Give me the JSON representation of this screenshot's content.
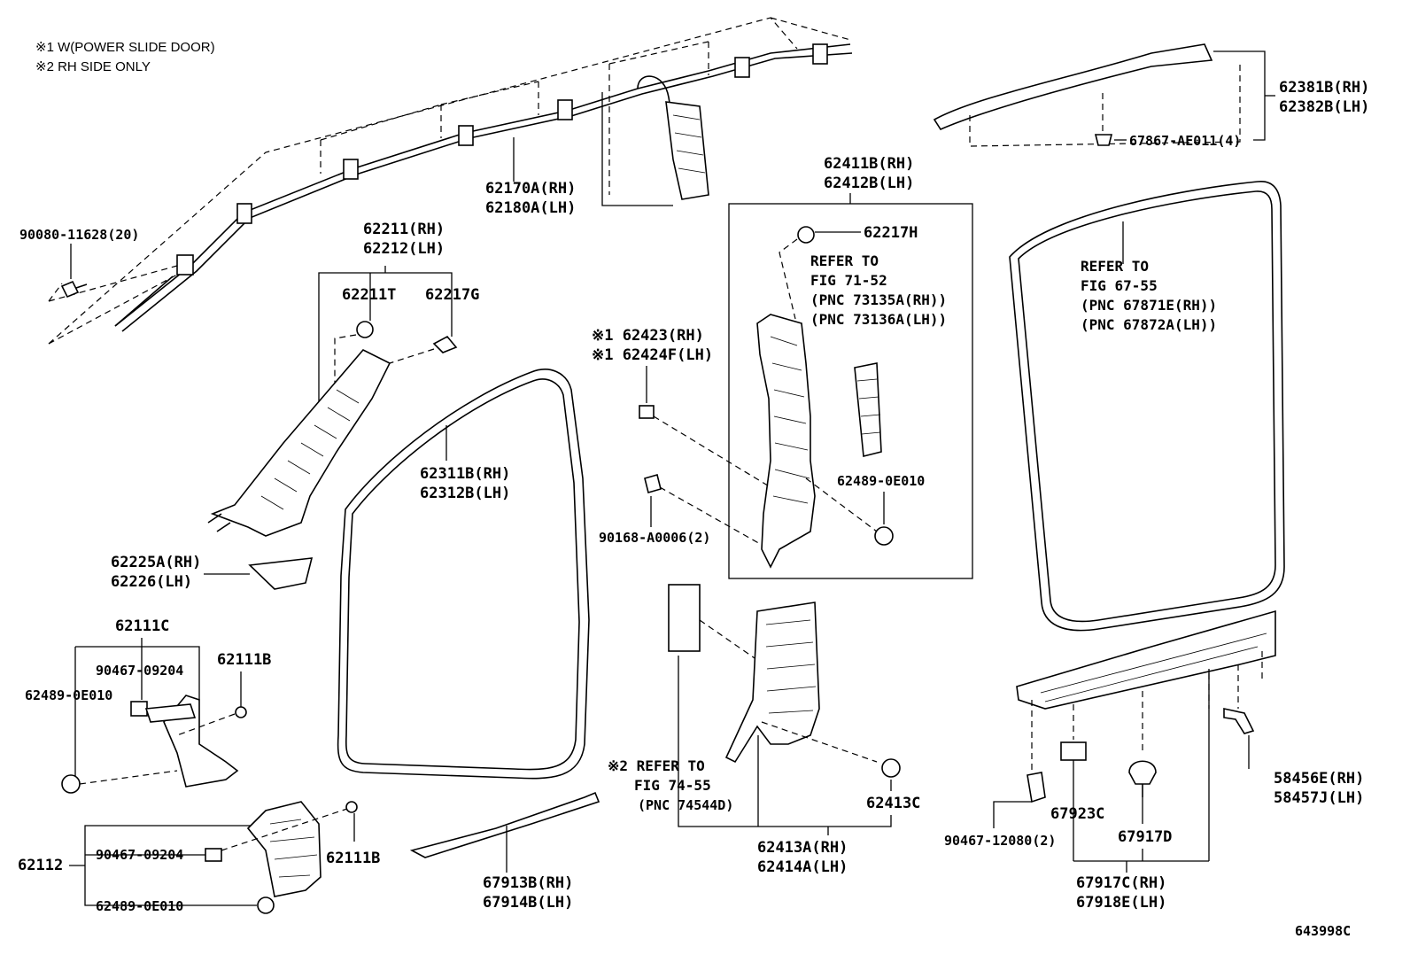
{
  "notes": {
    "n1": "※1 W(POWER SLIDE DOOR)",
    "n2": "※2 RH SIDE ONLY"
  },
  "labels": {
    "p62381": "62381B(RH)",
    "p62382": "62382B(LH)",
    "p67867": "67867-AE011(4)",
    "p62170": "62170A(RH)",
    "p62180": "62180A(LH)",
    "p90080": "90080-11628(20)",
    "p62411": "62411B(RH)",
    "p62412": "62412B(LH)",
    "p62217h": "62217H",
    "p62211": "62211(RH)",
    "p62212": "62212(LH)",
    "p62211t": "62211T",
    "p62217g": "62217G",
    "p62423": "※1 62423(RH)",
    "p62424": "※1 62424F(LH)",
    "p62311": "62311B(RH)",
    "p62312": "62312B(LH)",
    "p62489_mid": "62489-0E010",
    "p90168": "90168-A0006(2)",
    "p62225": "62225A(RH)",
    "p62226": "62226(LH)",
    "p62111c": "62111C",
    "p62111b_top": "62111B",
    "p90467_a": "90467-09204",
    "p62489_a": "62489-0E010",
    "p62112": "62112",
    "p90467_b": "90467-09204",
    "p62489_b": "62489-0E010",
    "p62111b_bot": "62111B",
    "p67913": "67913B(RH)",
    "p67914": "67914B(LH)",
    "p62413c": "62413C",
    "p62413a": "62413A(RH)",
    "p62414a": "62414A(LH)",
    "p58456": "58456E(RH)",
    "p58457": "58457J(LH)",
    "p90467_c": "90467-12080(2)",
    "p67923": "67923C",
    "p67917d": "67917D",
    "p67917c": "67917C(RH)",
    "p67918": "67918E(LH)",
    "diagram_id": "643998C"
  },
  "refs": {
    "ref1": [
      "REFER TO",
      "FIG 71-52",
      "(PNC 73135A(RH))",
      "(PNC 73136A(LH))"
    ],
    "ref2": [
      "REFER TO",
      "FIG 67-55",
      "(PNC 67871E(RH))",
      "(PNC 67872A(LH))"
    ],
    "ref3": [
      "※2 REFER TO",
      "FIG 74-55",
      "(PNC 74544D)"
    ]
  }
}
